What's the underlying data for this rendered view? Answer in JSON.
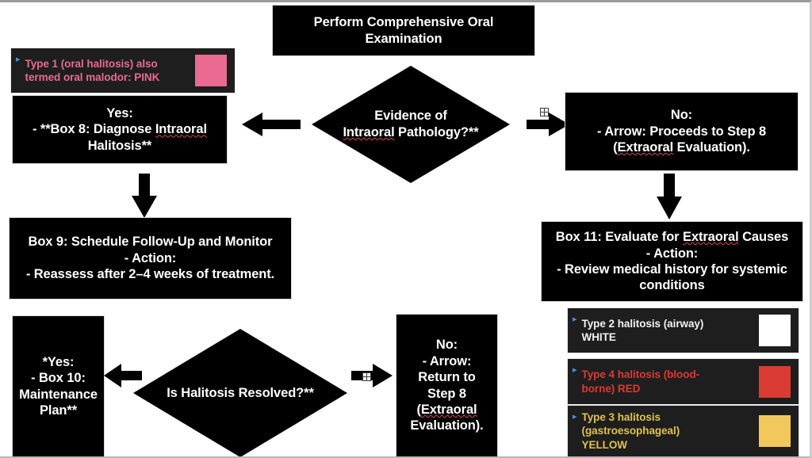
{
  "diagram": {
    "title": "Halitosis Clinical Decision Flowchart",
    "nodes": {
      "start": {
        "label": "Perform Comprehensive Oral\nExamination"
      },
      "decision_intraoral": {
        "label_line1": "Evidence of",
        "label_line2_a": "Intraoral",
        "label_line2_b": " Pathology?**"
      },
      "box8_yes": {
        "line1": "Yes:",
        "line2_a": "- **Box 8: Diagnose ",
        "line2_b": "Intraoral",
        "line3": "Halitosis**"
      },
      "no_step8": {
        "line1": "No:",
        "line2": "- Arrow: Proceeds to Step 8",
        "line3_a": "(",
        "line3_b": "Extraoral",
        "line3_c": " Evaluation)."
      },
      "box9": {
        "label": "Box 9: Schedule Follow-Up and Monitor\n- Action:\n- Reassess after 2–4 weeks of treatment."
      },
      "box11": {
        "line1_a": "Box 11: Evaluate for ",
        "line1_b": "Extraoral",
        "line1_c": " Causes",
        "line2": "- Action:",
        "line3": "- Review medical history for systemic",
        "line4": "conditions"
      },
      "decision_resolved": {
        "label": "Is Halitosis Resolved?**"
      },
      "box10_yes": {
        "label": "*Yes:\n- Box 10:\nMaintenance\nPlan**"
      },
      "no_return_step8": {
        "line1": "No:",
        "line2": "- Arrow:",
        "line3": "Return to",
        "line4": "Step 8",
        "line5_a": "(",
        "line5_b": "Extraoral",
        "line6": "Evaluation)."
      }
    },
    "arrows": {
      "to_yes_box": "arrow-left",
      "to_no_box": "arrow-right",
      "yes_to_box9": "arrow-down",
      "no_to_box11": "arrow-down",
      "resolved_yes": "arrow-left",
      "resolved_no": "arrow-right"
    },
    "icons": {
      "table_handle_top": "table-grid-icon",
      "table_handle_bottom": "table-grid-icon"
    }
  },
  "legend": {
    "items": [
      {
        "id": "type1",
        "text": "Type 1 (oral halitosis) also\ntermed oral malodor: PINK",
        "text_color": "#ea6a92",
        "swatch_color": "#ea6a92",
        "bullet": "▸",
        "misspelled_word": "malodor"
      },
      {
        "id": "type2",
        "text": "Type 2 halitosis (airway)\nWHITE",
        "text_color": "#f2f2f2",
        "swatch_color": "#ffffff",
        "bullet": "▸"
      },
      {
        "id": "type4",
        "text": "Type 4 halitosis (blood-\nborne) RED",
        "text_color": "#d83b33",
        "swatch_color": "#d93b33",
        "bullet": "▸"
      },
      {
        "id": "type3",
        "text": "Type 3 halitosis\n(gastroesophageal)\nYELLOW",
        "text_color": "#e0c24a",
        "swatch_color": "#f2c75c",
        "bullet": "▸"
      }
    ]
  },
  "colors": {
    "node_fill": "#000000",
    "node_text": "#ffffff",
    "canvas_bg": "#ffffff",
    "legend_bg": "#1e1e1e",
    "bullet_blue": "#4a90d9",
    "spellcheck_red": "#d84b4b"
  }
}
